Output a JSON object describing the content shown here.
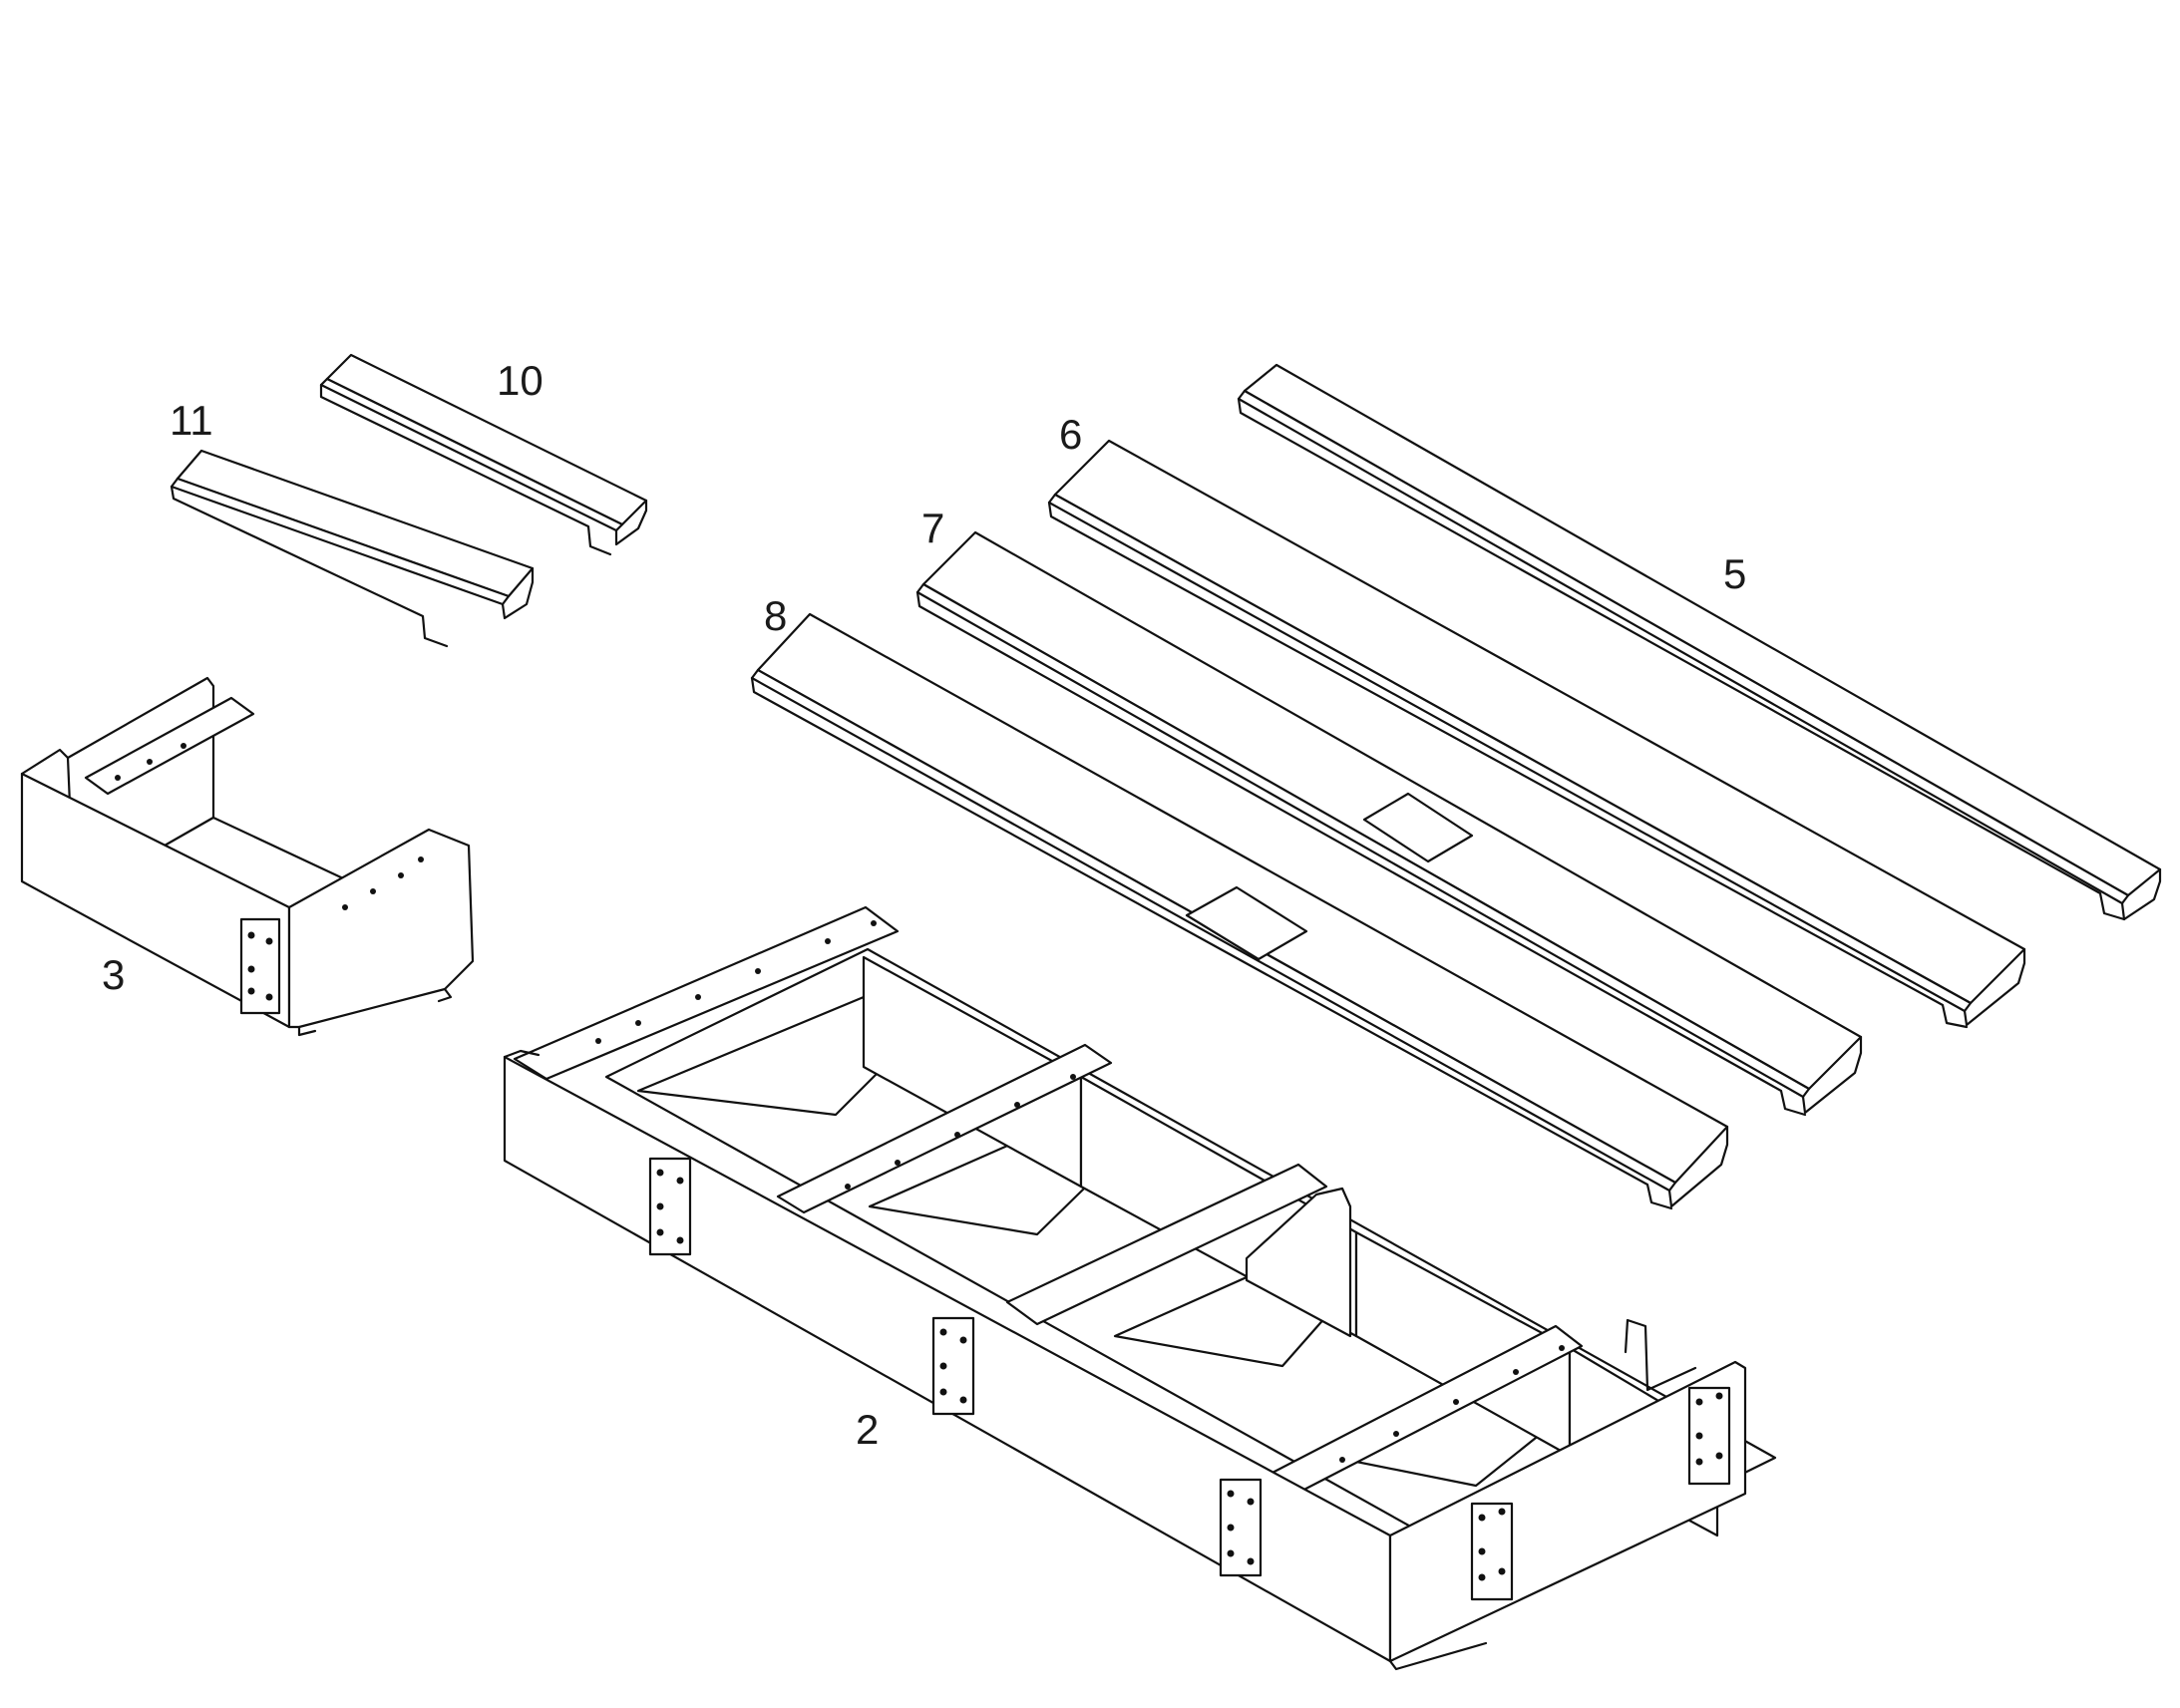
{
  "drawing": {
    "type": "exploded-parts-diagram",
    "callouts": {
      "c2": "2",
      "c3": "3",
      "c5": "5",
      "c6": "6",
      "c7": "7",
      "c8": "8",
      "c10": "10",
      "c11": "11"
    },
    "parts": [
      {
        "id": "2",
        "icon": "step-frame-assembly"
      },
      {
        "id": "3",
        "icon": "step-box-bracket"
      },
      {
        "id": "5",
        "icon": "grating-tread"
      },
      {
        "id": "6",
        "icon": "grating-tread"
      },
      {
        "id": "7",
        "icon": "grating-tread-with-cutout"
      },
      {
        "id": "8",
        "icon": "grating-tread-with-cutout"
      },
      {
        "id": "10",
        "icon": "short-grating-tread"
      },
      {
        "id": "11",
        "icon": "short-grating-tread"
      }
    ]
  }
}
